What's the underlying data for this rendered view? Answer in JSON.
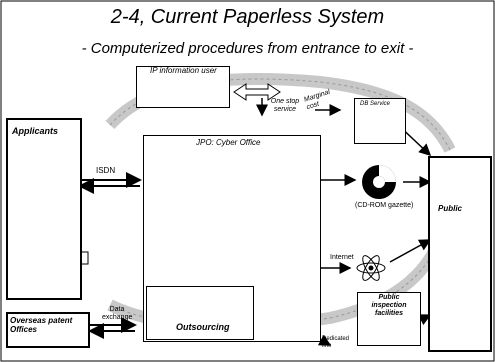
{
  "header": {
    "title": "2-4, Current Paperless System",
    "subtitle": "- Computerized procedures from entrance to exit -"
  },
  "labels": {
    "ip_information_user": "IP information user",
    "one_stop_service": "One stop service",
    "marginal_cost": "Marginal cost",
    "db_service": "DB Service",
    "applicants": "Applicants",
    "isdn": "ISDN",
    "jpo_cyber_office": "JPO: Cyber Office",
    "cd_rom_gazette": "(CD-ROM gazette)",
    "public": "Public",
    "internet": "Internet",
    "outsourcing": "Outsourcing",
    "public_inspection_facilities": "Public inspection facilities",
    "dedicated_line": "Dedicated line",
    "data_exchange": "Data exchange",
    "overseas_patent_offices": "Overseas patent Offices"
  },
  "colors": {
    "ink": "#000000",
    "arc_gray": "#c8c8c8",
    "arc_dark": "#9a9a9a"
  }
}
